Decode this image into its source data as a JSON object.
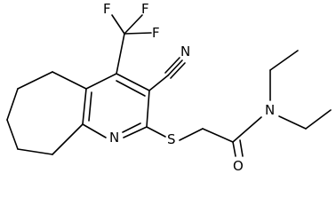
{
  "molecule": {
    "atom_labels": {
      "fluorine_top_left": "F",
      "fluorine_top_right": "F",
      "fluorine_right": "F",
      "nitrile_nitrogen": "N",
      "ring_nitrogen": "N",
      "sulfur": "S",
      "amide_nitrogen": "N",
      "carbonyl_oxygen": "O"
    }
  }
}
